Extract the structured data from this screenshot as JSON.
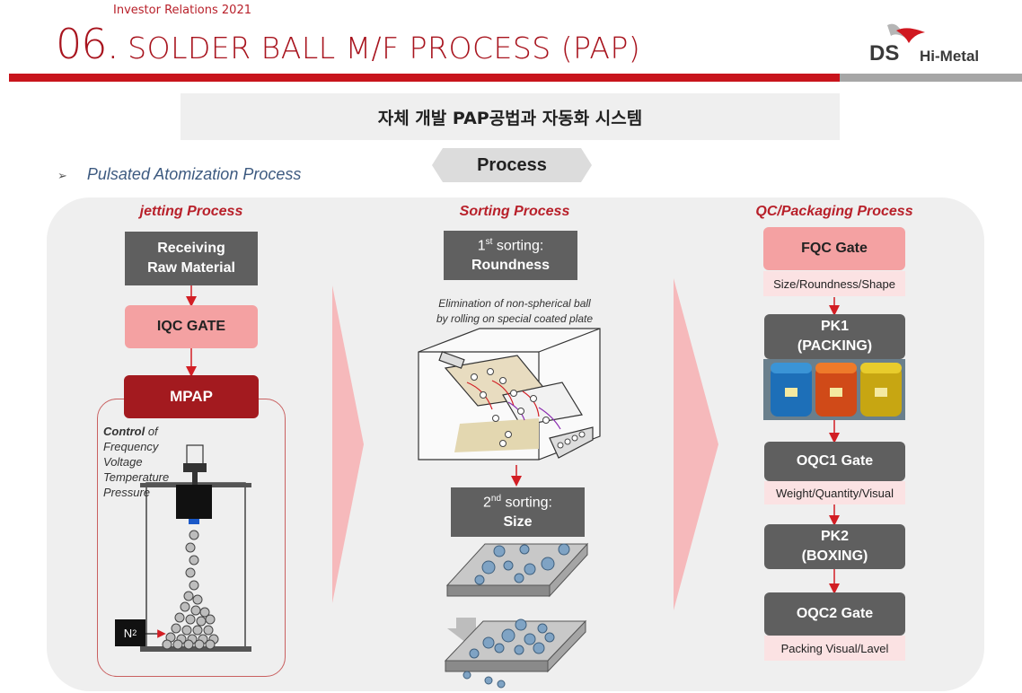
{
  "header": {
    "ir_label": "Investor Relations 2021",
    "section_number": "06.",
    "title": "SOLDER BALL M/F  PROCESS (PAP)",
    "logo_ds": "DS",
    "logo_hi_metal": "Hi-Metal"
  },
  "subtitle": "자체 개발 PAP공법과 자동화 시스템",
  "bullet": {
    "marker": "➢",
    "text": "Pulsated Atomization Process"
  },
  "process_tag": "Process",
  "jetting": {
    "title": "jetting Process",
    "receiving": [
      "Receiving",
      "Raw Material"
    ],
    "iqc": "IQC GATE",
    "mpap": "MPAP",
    "control_bold": "Control",
    "control_rest": " of",
    "control_items": [
      "Frequency",
      "Voltage",
      "Temperature",
      "Pressure"
    ],
    "n2": "N",
    "n2_sub": "2"
  },
  "sorting": {
    "title": "Sorting Process",
    "first_num": "1",
    "first_sup": "st",
    "first_rest": " sorting:",
    "first_bold": "Roundness",
    "elimination": [
      "Elimination of non-spherical ball",
      "by rolling on special coated plate"
    ],
    "second_num": "2",
    "second_sup": "nd",
    "second_rest": " sorting:",
    "second_bold": "Size"
  },
  "qc": {
    "title": "QC/Packaging Process",
    "fqc": "FQC Gate",
    "fqc_sub": "Size/Roundness/Shape",
    "pk1": [
      "PK1",
      "(PACKING)"
    ],
    "oqc1": "OQC1 Gate",
    "oqc1_sub": "Weight/Quantity/Visual",
    "pk2": [
      "PK2",
      "(BOXING)"
    ],
    "oqc2": "OQC2 Gate",
    "oqc2_sub": "Packing Visual/Lavel"
  },
  "colors": {
    "brand_red": "#c8141c",
    "title_red": "#a8141e",
    "pink_box": "#f4a1a2",
    "dark_box": "#5f5f5f",
    "panel_grey": "#efefef",
    "chevron_pink": "#f6b9bb"
  }
}
